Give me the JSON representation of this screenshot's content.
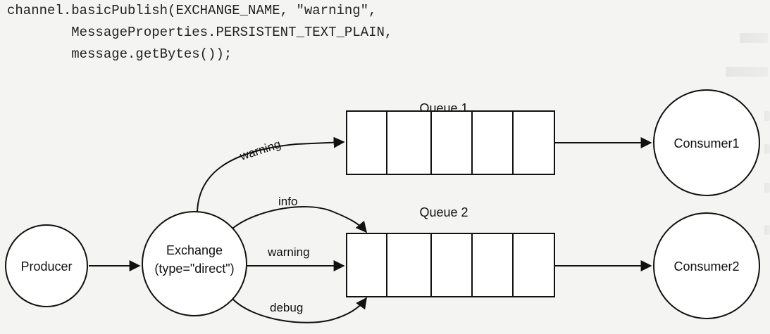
{
  "code": {
    "line1": "channel.basicPublish(EXCHANGE_NAME, \"warning\",",
    "line2": "        MessageProperties.PERSISTENT_TEXT_PLAIN,",
    "line3": "        message.getBytes());"
  },
  "nodes": {
    "producer": "Producer",
    "exchange_line1": "Exchange",
    "exchange_line2": "(type=\"direct\")",
    "consumer1": "Consumer1",
    "consumer2": "Consumer2"
  },
  "queues": {
    "queue1": "Queue 1",
    "queue2": "Queue 2"
  },
  "edges": {
    "warning_q1": "warning",
    "info_q2": "info",
    "warning_q2": "warning",
    "debug_q2": "debug"
  }
}
